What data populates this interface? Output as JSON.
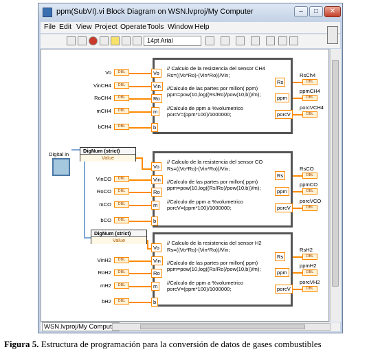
{
  "window": {
    "title": "ppm(SubVI).vi Block Diagram on WSN.lvproj/My Computer",
    "buttons": {
      "minimize": "–",
      "maximize": "□",
      "close": "✕"
    }
  },
  "menu": [
    "File",
    "Edit",
    "View",
    "Project",
    "Operate",
    "Tools",
    "Window",
    "Help"
  ],
  "toolbar": {
    "font": "14pt Arial"
  },
  "digital_in_label": "Digital in",
  "dignum": {
    "title": "DigNum (strict)",
    "value": "Value"
  },
  "nodes": [
    {
      "inputs": [
        {
          "label": "Vo",
          "term": "Vo"
        },
        {
          "label": "VinCH4",
          "term": "Vin"
        },
        {
          "label": "RoCH4",
          "term": "Ro"
        },
        {
          "label": "mCH4",
          "term": "m"
        },
        {
          "label": "bCH4",
          "term": "b"
        }
      ],
      "code": [
        "// Calculo de la resistencia del sensor CH4",
        "Rs=((Vo*Ro)-(Vin*Ro))/Vin;",
        "",
        "//Calculo de las partes por millon( ppm)",
        "ppm=pow(10,log((Rs/Ro)/pow(10,b))/m);",
        "",
        "//Calculo de ppm a %volumetrico",
        "porcV=(ppm*100)/1000000;"
      ],
      "outputs": [
        {
          "term": "Rs",
          "label": "RsCh4"
        },
        {
          "term": "ppm",
          "label": "ppmCH4"
        },
        {
          "term": "porcV",
          "label": "porcVCH4"
        }
      ]
    },
    {
      "inputs": [
        {
          "label": "",
          "term": "Vo"
        },
        {
          "label": "VinCO",
          "term": "Vin"
        },
        {
          "label": "RoCO",
          "term": "Ro"
        },
        {
          "label": "mCO",
          "term": "m"
        },
        {
          "label": "bCO",
          "term": "b"
        }
      ],
      "code": [
        "// Calculo de la resistencia del sensor CO",
        "Rs=((Vo*Ro)-(Vin*Ro))/Vin;",
        "",
        "//Calculo de las partes por millon( ppm)",
        "ppm=pow(10,log((Rs/Ro)/pow(10,b))/m);",
        "",
        "//Calculo de ppm a %volumetrico",
        "porcV=(ppm*100)/1000000;"
      ],
      "outputs": [
        {
          "term": "Rs",
          "label": "RsCO"
        },
        {
          "term": "ppm",
          "label": "ppmCO"
        },
        {
          "term": "porcV",
          "label": "porcVCO"
        }
      ]
    },
    {
      "inputs": [
        {
          "label": "",
          "term": "Vo"
        },
        {
          "label": "VinH2",
          "term": "Vin"
        },
        {
          "label": "RoH2",
          "term": "Ro"
        },
        {
          "label": "mH2",
          "term": "m"
        },
        {
          "label": "bH2",
          "term": "b"
        }
      ],
      "code": [
        "// Calculo de la resistencia del sensor H2",
        "Rs=((Vo*Ro)-(Vin*Ro))/Vin;",
        "",
        "//Calculo de las partes por millon( ppm)",
        "ppm=pow(10,log((Rs/Ro)/pow(10,b))/m);",
        "",
        "//Calculo de ppm a %volumetrico",
        "porcV=(ppm*100)/1000000;"
      ],
      "outputs": [
        {
          "term": "Rs",
          "label": "RsH2"
        },
        {
          "term": "ppm",
          "label": "ppmH2"
        },
        {
          "term": "porcV",
          "label": "porcVH2"
        }
      ]
    }
  ],
  "dbl_tag": "DBL",
  "status": {
    "project": "WSN.lvproj/My Computer"
  },
  "caption": {
    "label": "Figura 5.",
    "text": "Estructura de programación para la conversión de datos de gases combustibles"
  }
}
